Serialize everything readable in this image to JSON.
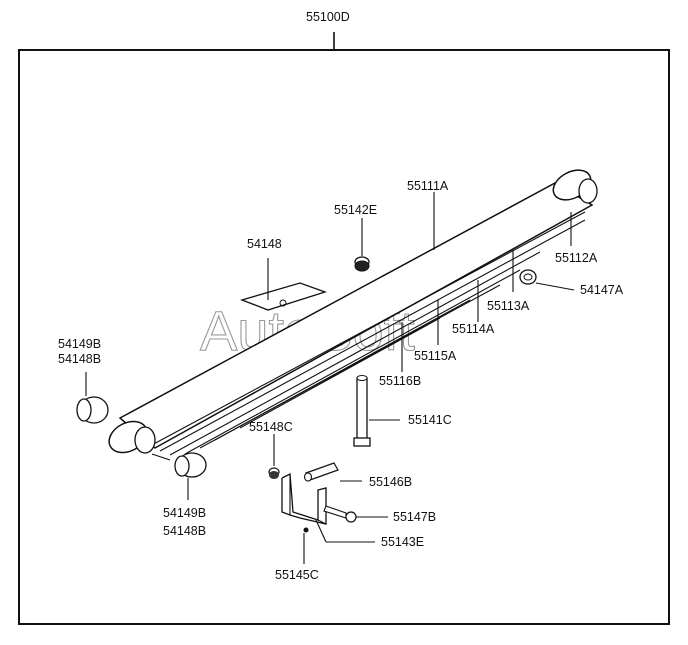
{
  "watermark": "AutoSoft",
  "parts": {
    "assembly": "55100D",
    "p55111A": "55111A",
    "p55142E": "55142E",
    "p54148": "54148",
    "p55112A": "55112A",
    "p55113A": "55113A",
    "p54147A": "54147A",
    "p55114A": "55114A",
    "p55115A": "55115A",
    "p55116B": "55116B",
    "p54149B_left": "54149B",
    "p54148B_left": "54148B",
    "p55141C": "55141C",
    "p55148C": "55148C",
    "p55146B": "55146B",
    "p55147B": "55147B",
    "p55143E": "55143E",
    "p54149B_bottom": "54149B",
    "p54148B_bottom": "54148B",
    "p55145C": "55145C"
  }
}
